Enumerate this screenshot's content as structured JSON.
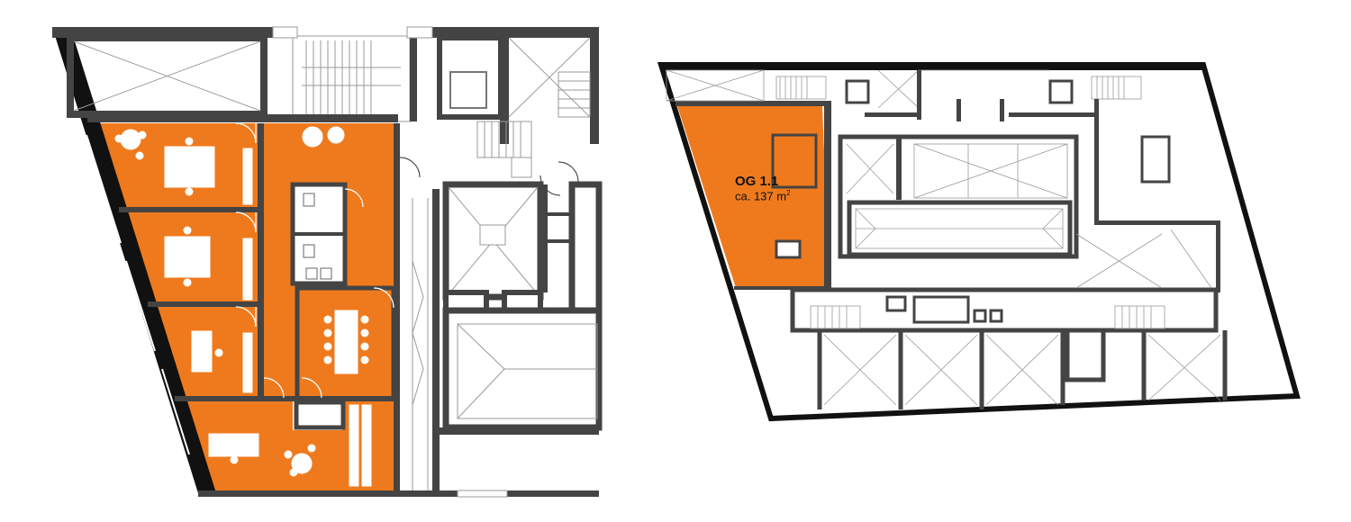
{
  "colors": {
    "highlight": "#ef7a1d",
    "wall": "#444444",
    "outer_wall": "#111111",
    "line": "#9a9a9a",
    "background": "#ffffff"
  },
  "unit": {
    "name": "OG 1.1",
    "area_prefix": "ca. 137 m",
    "area_exp": "2"
  },
  "icons": [
    "table-icon",
    "chair-icon",
    "door-swing-icon",
    "toilet-icon",
    "sink-icon",
    "stair-icon",
    "shaft-icon"
  ]
}
